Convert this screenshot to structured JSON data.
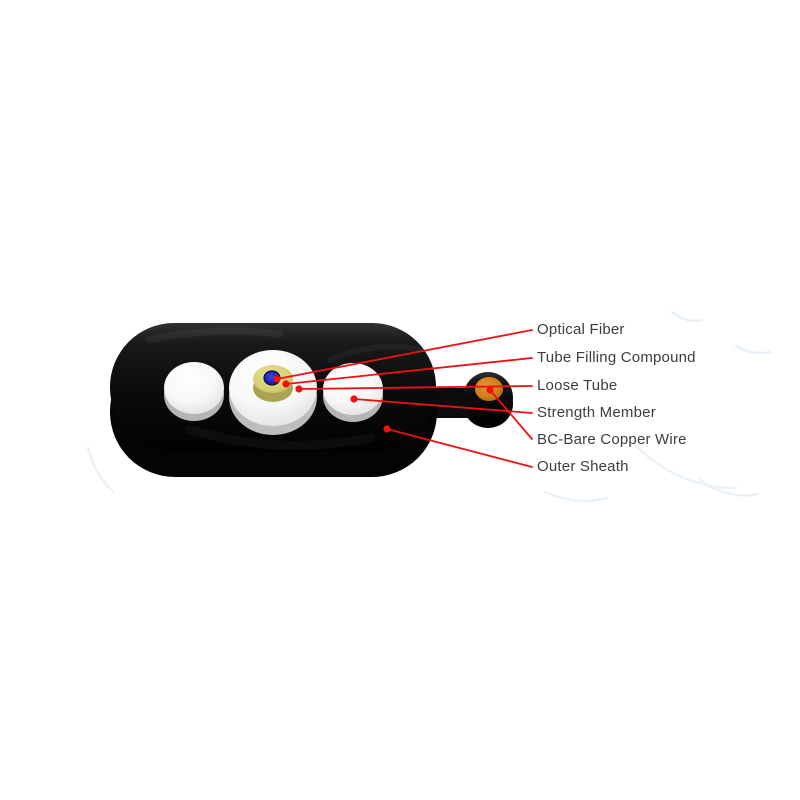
{
  "diagram": {
    "name": "fiber-drop-cable-cross-section",
    "labels": [
      {
        "text": "Optical Fiber"
      },
      {
        "text": "Tube Filling Compound"
      },
      {
        "text": "Loose Tube"
      },
      {
        "text": "Strength Member"
      },
      {
        "text": "BC-Bare Copper Wire"
      },
      {
        "text": "Outer Sheath"
      }
    ],
    "colors": {
      "leader_line_red": "#ee1111",
      "outer_sheath_black": "#0d0d0d",
      "loose_tube_white": "#f4f4f4",
      "strength_member_white": "#f4f4f4",
      "tube_filling_yellow": "#d5cf74",
      "optical_fiber_blue": "#1b22bb",
      "copper_wire_orange": "#d07c1c",
      "label_text": "#3d3d3d",
      "watermark_blue": "#d9e6f2",
      "background": "#ffffff"
    }
  }
}
